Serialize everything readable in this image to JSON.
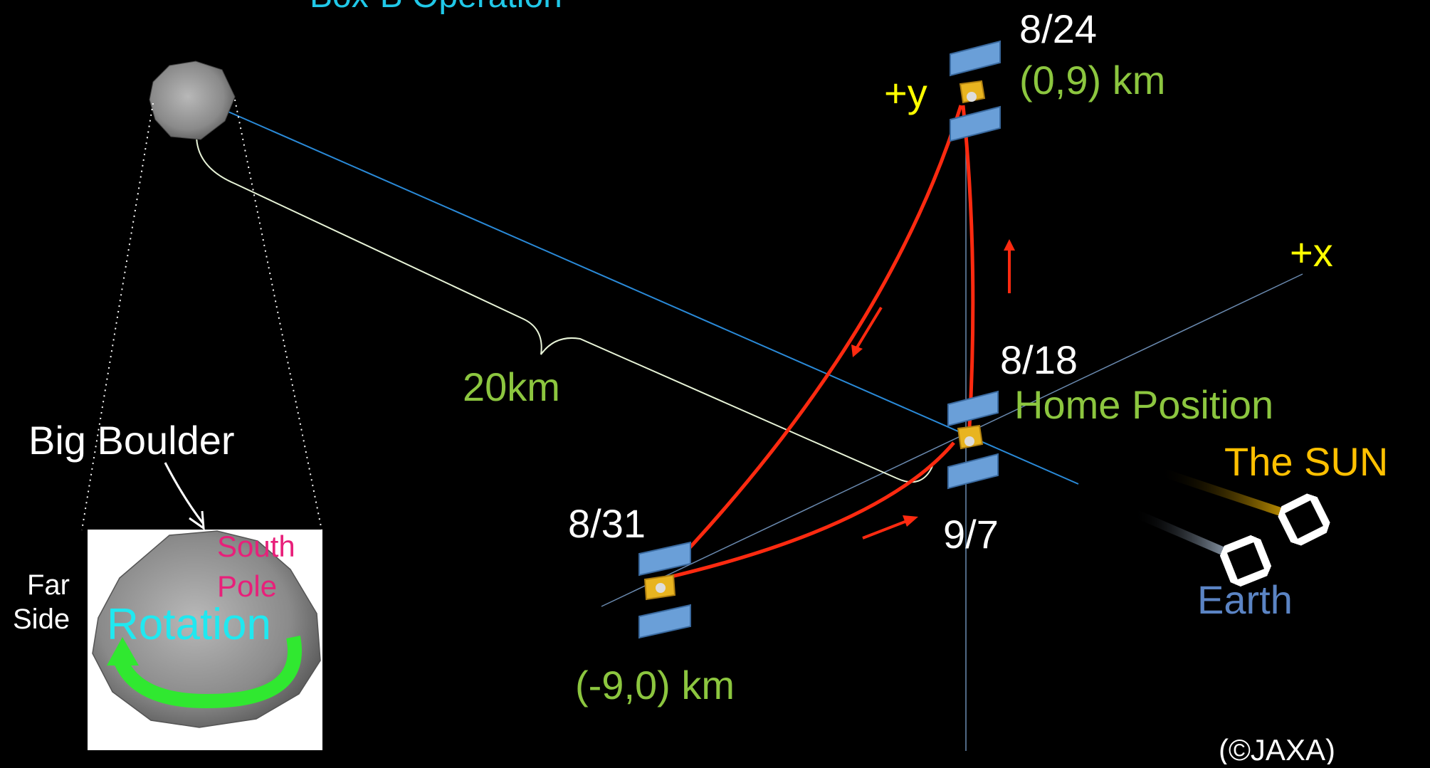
{
  "title": "Box-B Operation",
  "labels": {
    "date_824": "8/24",
    "coord_824": "(0,9) km",
    "axis_y": "+y",
    "axis_x": "+x",
    "date_818": "8/18",
    "home_position": "Home Position",
    "date_831": "8/31",
    "date_97": "9/7",
    "coord_831": "(-9,0) km",
    "distance": "20km",
    "big_boulder": "Big Boulder",
    "far_side": "Far\nSide",
    "south_pole": "South\nPole",
    "rotation": "Rotation",
    "sun": "The SUN",
    "earth": "Earth",
    "credit": "(©JAXA)"
  },
  "colors": {
    "background": "#000000",
    "title": "#20c8e8",
    "white_text": "#ffffff",
    "coord_green": "#8cc63f",
    "axis_yellow": "#ffff00",
    "trajectory": "#ff2a10",
    "sun": "#ffc000",
    "earth": "#5b84c4",
    "sun_line": "#2a8ad8",
    "south_pole": "#e8207a",
    "rotation_text": "#20e8f0",
    "rotation_arrow": "#30e830"
  },
  "icons": [
    "asteroid-icon",
    "spacecraft-icon",
    "red-direction-arrow-icon",
    "sun-arrow-icon",
    "earth-arrow-icon"
  ]
}
